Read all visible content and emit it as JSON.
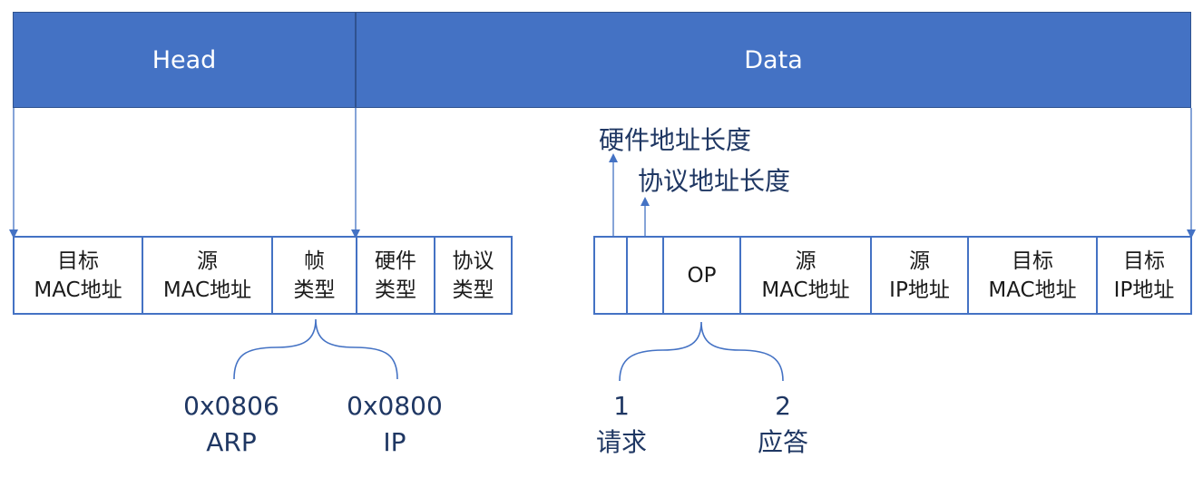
{
  "header": {
    "head_label": "Head",
    "data_label": "Data"
  },
  "left_fields": [
    {
      "line1": "目标",
      "line2": "MAC地址"
    },
    {
      "line1": "源",
      "line2": "MAC地址"
    },
    {
      "line1": "帧",
      "line2": "类型"
    },
    {
      "line1": "硬件",
      "line2": "类型"
    },
    {
      "line1": "协议",
      "line2": "类型"
    }
  ],
  "right_fields": [
    {
      "line1": "",
      "line2": ""
    },
    {
      "line1": "",
      "line2": ""
    },
    {
      "line1": "OP",
      "line2": ""
    },
    {
      "line1": "源",
      "line2": "MAC地址"
    },
    {
      "line1": "源",
      "line2": "IP地址"
    },
    {
      "line1": "目标",
      "line2": "MAC地址"
    },
    {
      "line1": "目标",
      "line2": "IP地址"
    }
  ],
  "annotations": {
    "hw_addr_len": "硬件地址长度",
    "proto_addr_len": "协议地址长度"
  },
  "frame_type_values": [
    {
      "code": "0x0806",
      "name": "ARP"
    },
    {
      "code": "0x0800",
      "name": "IP"
    }
  ],
  "op_values": [
    {
      "code": "1",
      "name": "请求"
    },
    {
      "code": "2",
      "name": "应答"
    }
  ],
  "colors": {
    "band_fill": "#4472c4",
    "cell_border": "#4472c4",
    "label_text": "#1f3763"
  }
}
